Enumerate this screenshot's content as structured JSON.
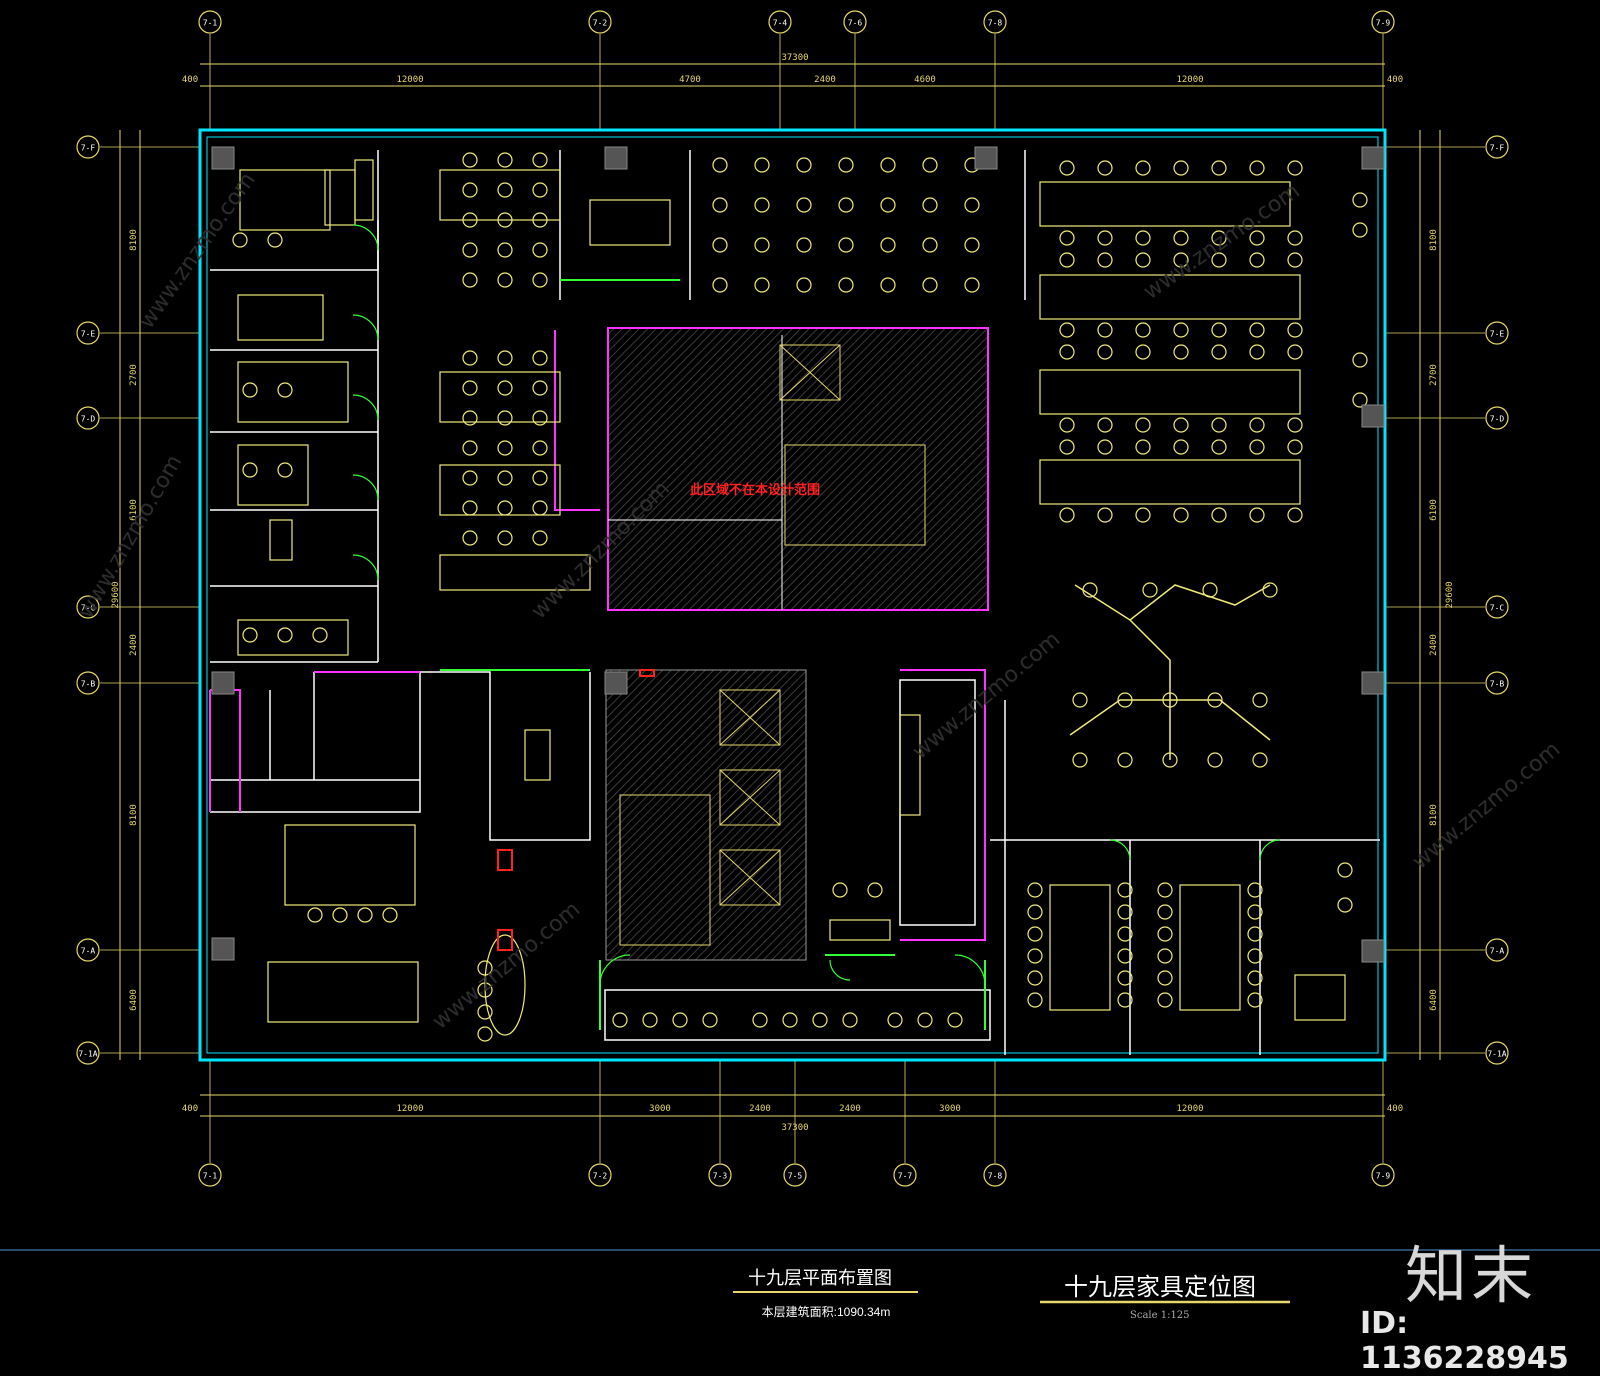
{
  "grid_top": [
    "7-1",
    "7-2",
    "7-4",
    "7-6",
    "7-8",
    "7-9"
  ],
  "grid_bottom": [
    "7-1",
    "7-2",
    "7-3",
    "7-5",
    "7-7",
    "7-8",
    "7-9"
  ],
  "grid_left": [
    "7-F",
    "7-E",
    "7-D",
    "7-C",
    "7-B",
    "7-A",
    "7-1A"
  ],
  "grid_right": [
    "7-F",
    "7-E",
    "7-D",
    "7-C",
    "7-B",
    "7-A",
    "7-1A"
  ],
  "dims_top_total": "37300",
  "dims_top": [
    "400",
    "12000",
    "4700",
    "2400",
    "4600",
    "12000",
    "400"
  ],
  "dims_bottom_total": "37300",
  "dims_bottom": [
    "400",
    "12000",
    "3000",
    "2400",
    "2400",
    "3000",
    "12000",
    "400"
  ],
  "dims_side_total": "29600",
  "dims_side": [
    "8100",
    "2700",
    "6100",
    "2400",
    "8100",
    "6400"
  ],
  "core_note": "此区域不在本设计范围",
  "title_main": "十九层平面布置图",
  "area_note": "本层建筑面积:1090.34m",
  "title_furniture": "十九层家具定位图",
  "scale": "Scale 1:125",
  "watermark": "www.znzmo.com",
  "logo_text": "知末",
  "id_text": "ID: 1136228945",
  "colors": {
    "background": "#000000",
    "outer_wall": "#00e5ff",
    "dimension": "#e6d76a",
    "partition": "#ffffff",
    "glass": "#ff33ff",
    "furniture": "#f0ea7a",
    "green": "#33ff33",
    "red": "#ff2020"
  }
}
